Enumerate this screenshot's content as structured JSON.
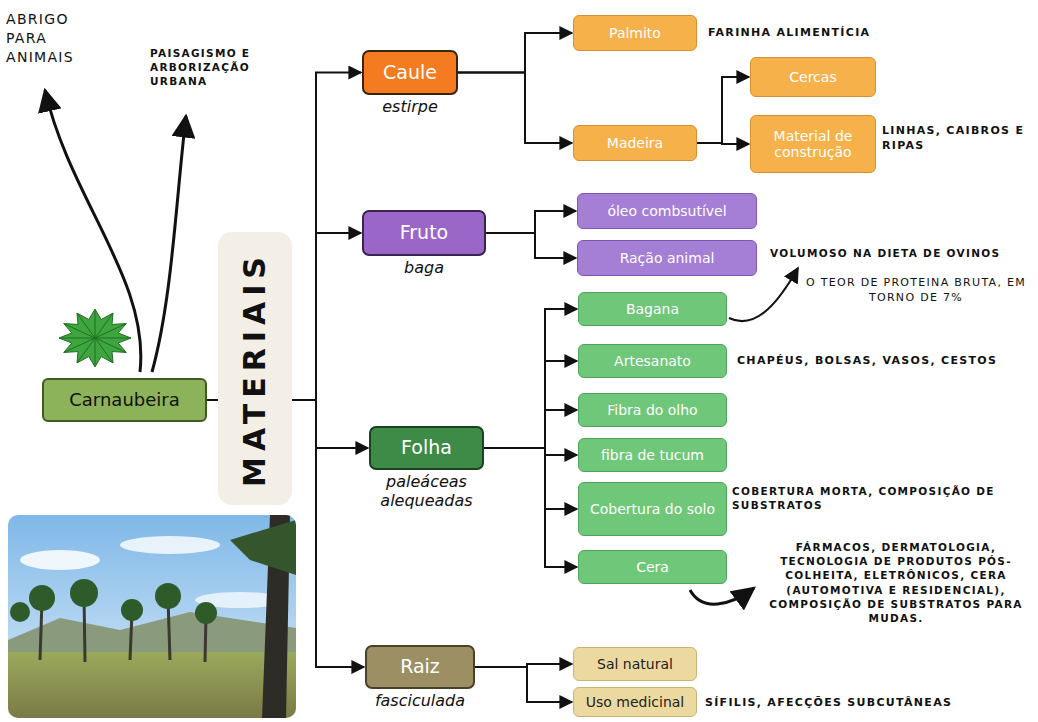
{
  "diagram": {
    "nodes": [
      {
        "text": [
          "Carnaubeira"
        ]
      },
      {
        "text": [
          "MATERIAIS"
        ]
      },
      {
        "text": [
          "Caule",
          "estirpe"
        ]
      },
      {
        "text": [
          "Palmito"
        ]
      },
      {
        "text": [
          "Madeira"
        ]
      },
      {
        "text": [
          "Cercas"
        ]
      },
      {
        "text": [
          "Material de construção"
        ]
      },
      {
        "text": [
          "Fruto",
          "baga"
        ]
      },
      {
        "text": [
          "óleo combsutível"
        ]
      },
      {
        "text": [
          "Ração animal"
        ]
      },
      {
        "text": [
          "Folha",
          "paleáceas alequeadas"
        ]
      },
      {
        "text": [
          "Bagana"
        ]
      },
      {
        "text": [
          "Artesanato"
        ]
      },
      {
        "text": [
          "Fibra do olho"
        ]
      },
      {
        "text": [
          "fibra de tucum"
        ]
      },
      {
        "text": [
          "Cobertura do solo"
        ]
      },
      {
        "text": [
          "Cera"
        ]
      },
      {
        "text": [
          "Raiz",
          "fasciculada"
        ]
      },
      {
        "text": [
          "Sal natural"
        ]
      },
      {
        "text": [
          "Uso medicinal"
        ]
      }
    ],
    "edges": [
      {
        "from": 0,
        "to": 1,
        "arrow": "none"
      },
      {
        "from": 1,
        "to": 2,
        "arrow": "to"
      },
      {
        "from": 1,
        "to": 7,
        "arrow": "to"
      },
      {
        "from": 1,
        "to": 10,
        "arrow": "to"
      },
      {
        "from": 1,
        "to": 17,
        "arrow": "to"
      },
      {
        "from": 2,
        "to": 3,
        "arrow": "to"
      },
      {
        "from": 2,
        "to": 4,
        "arrow": "to"
      },
      {
        "from": 4,
        "to": 5,
        "arrow": "to"
      },
      {
        "from": 4,
        "to": 6,
        "arrow": "to"
      },
      {
        "from": 7,
        "to": 8,
        "arrow": "to"
      },
      {
        "from": 7,
        "to": 9,
        "arrow": "to"
      },
      {
        "from": 10,
        "to": 11,
        "arrow": "to"
      },
      {
        "from": 10,
        "to": 12,
        "arrow": "to"
      },
      {
        "from": 10,
        "to": 13,
        "arrow": "to"
      },
      {
        "from": 10,
        "to": 14,
        "arrow": "to"
      },
      {
        "from": 10,
        "to": 15,
        "arrow": "to"
      },
      {
        "from": 10,
        "to": 16,
        "arrow": "to"
      },
      {
        "from": 17,
        "to": 18,
        "arrow": "to"
      },
      {
        "from": 17,
        "to": 19,
        "arrow": "to"
      }
    ],
    "labels": [
      "ABRIGO PARA ANIMAIS",
      "PAISAGISMO E ARBORIZAÇÃO URBANA",
      "FARINHA ALIMENTÍCIA",
      "LINHAS, CAIBROS E RIPAS",
      "VOLUMOSO NA DIETA DE OVINOS",
      "O TEOR DE PROTEINA BRUTA, EM TORNO DE 7%",
      "CHAPÉUS, BOLSAS, VASOS, CESTOS",
      "COBERTURA MORTA, COMPOSIÇÃO DE SUBSTRATOS",
      "FÁRMACOS, DERMATOLOGIA, TECNOLOGIA DE PRODUTOS PÓS-COLHEITA, ELETRÔNICOS, CERA (AUTOMOTIVA E RESIDENCIAL), COMPOSIÇÃO DE SUBSTRATOS PARA MUDAS.",
      "SÍFILIS, AFECÇÕES SUBCUTÂNEAS"
    ]
  }
}
